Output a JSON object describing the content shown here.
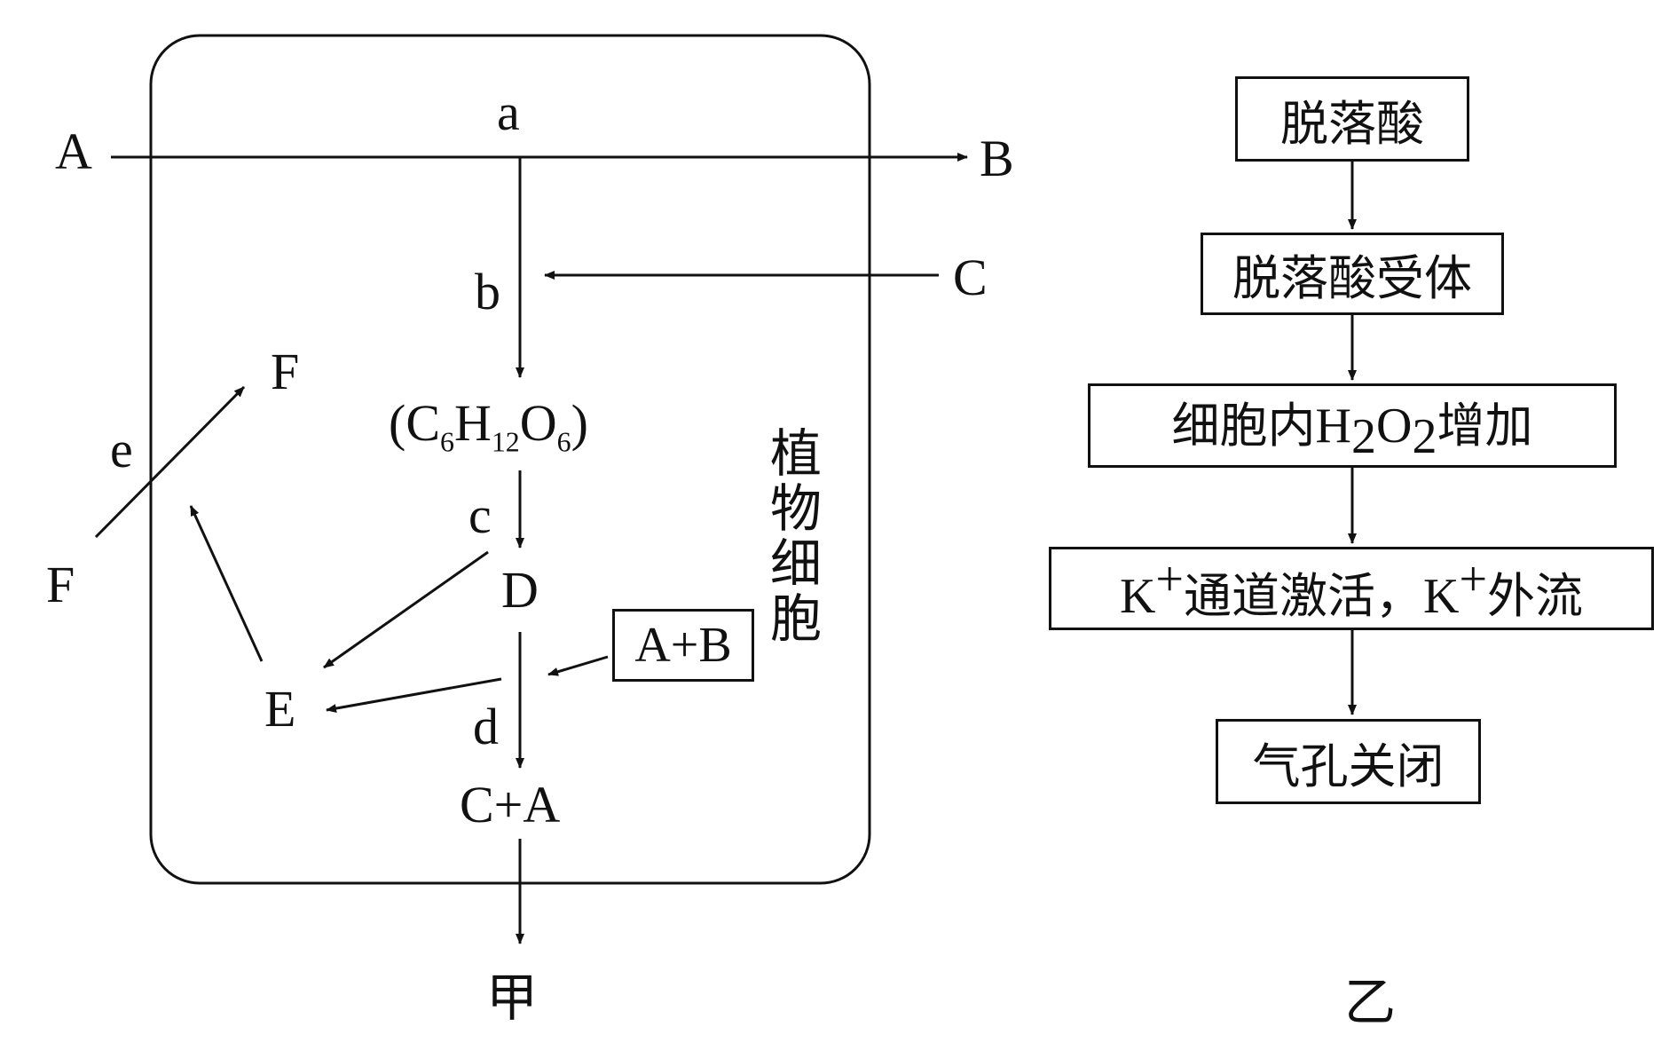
{
  "fig_jia": {
    "caption": "甲",
    "cell_label": "植物细胞",
    "nodes": {
      "A_in": "A",
      "B_out": "B",
      "C_in": "C",
      "F_top": "F",
      "F_left": "F",
      "D": "D",
      "E": "E",
      "CA": "C+A",
      "AB_box": "A+B"
    },
    "glucose": {
      "open": "(C",
      "s1": "6",
      "h": "H",
      "s2": "12",
      "o": "O",
      "s3": "6",
      "close": ")"
    },
    "process_labels": {
      "a": "a",
      "b": "b",
      "c": "c",
      "d": "d",
      "e": "e"
    }
  },
  "fig_yi": {
    "caption": "乙",
    "steps": {
      "s1": "脱落酸",
      "s2": "脱落酸受体",
      "s3": {
        "pre": "细胞内",
        "h": "H",
        "sub1": "2",
        "o": "O",
        "sub2": "2",
        "post": "增加"
      },
      "s4": {
        "k1": "K",
        "sup1": "+",
        "mid": "通道激活，",
        "k2": "K",
        "sup2": "+",
        "post": "外流"
      },
      "s5": "气孔关闭"
    }
  }
}
